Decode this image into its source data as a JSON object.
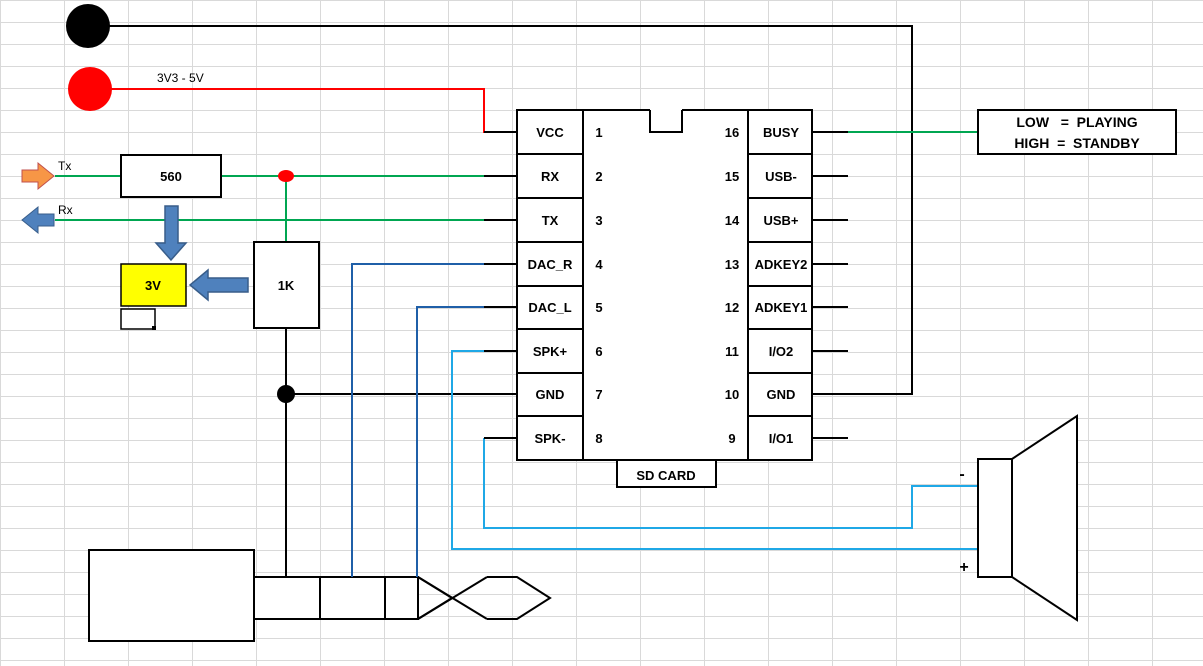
{
  "supply": {
    "voltage_label": "3V3 - 5V"
  },
  "module": {
    "left_pins": [
      {
        "name": "VCC",
        "num": "1"
      },
      {
        "name": "RX",
        "num": "2"
      },
      {
        "name": "TX",
        "num": "3"
      },
      {
        "name": "DAC_R",
        "num": "4"
      },
      {
        "name": "DAC_L",
        "num": "5"
      },
      {
        "name": "SPK+",
        "num": "6"
      },
      {
        "name": "GND",
        "num": "7"
      },
      {
        "name": "SPK-",
        "num": "8"
      }
    ],
    "right_pins": [
      {
        "name": "BUSY",
        "num": "16"
      },
      {
        "name": "USB-",
        "num": "15"
      },
      {
        "name": "USB+",
        "num": "14"
      },
      {
        "name": "ADKEY2",
        "num": "13"
      },
      {
        "name": "ADKEY1",
        "num": "12"
      },
      {
        "name": "I/O2",
        "num": "11"
      },
      {
        "name": "GND",
        "num": "10"
      },
      {
        "name": "I/O1",
        "num": "9"
      }
    ],
    "sd_label": "SD CARD"
  },
  "signals": {
    "tx": "Tx",
    "rx": "Rx"
  },
  "components": {
    "resistor_series": "560",
    "resistor_divider": "1K",
    "level_box": "3V"
  },
  "busy_status": {
    "line1": "LOW   =  PLAYING",
    "line2": "HIGH  =  STANDBY"
  },
  "speaker": {
    "minus": "-",
    "plus": "+"
  },
  "colors": {
    "wire_black": "#000000",
    "wire_red": "#ff0000",
    "wire_green": "#00a651",
    "wire_dark_blue": "#1f5fa8",
    "wire_light_blue": "#1fa8e6",
    "arrow_blue": "#4f81bd",
    "arrow_orange": "#f79646",
    "box_yellow": "#ffff00"
  }
}
